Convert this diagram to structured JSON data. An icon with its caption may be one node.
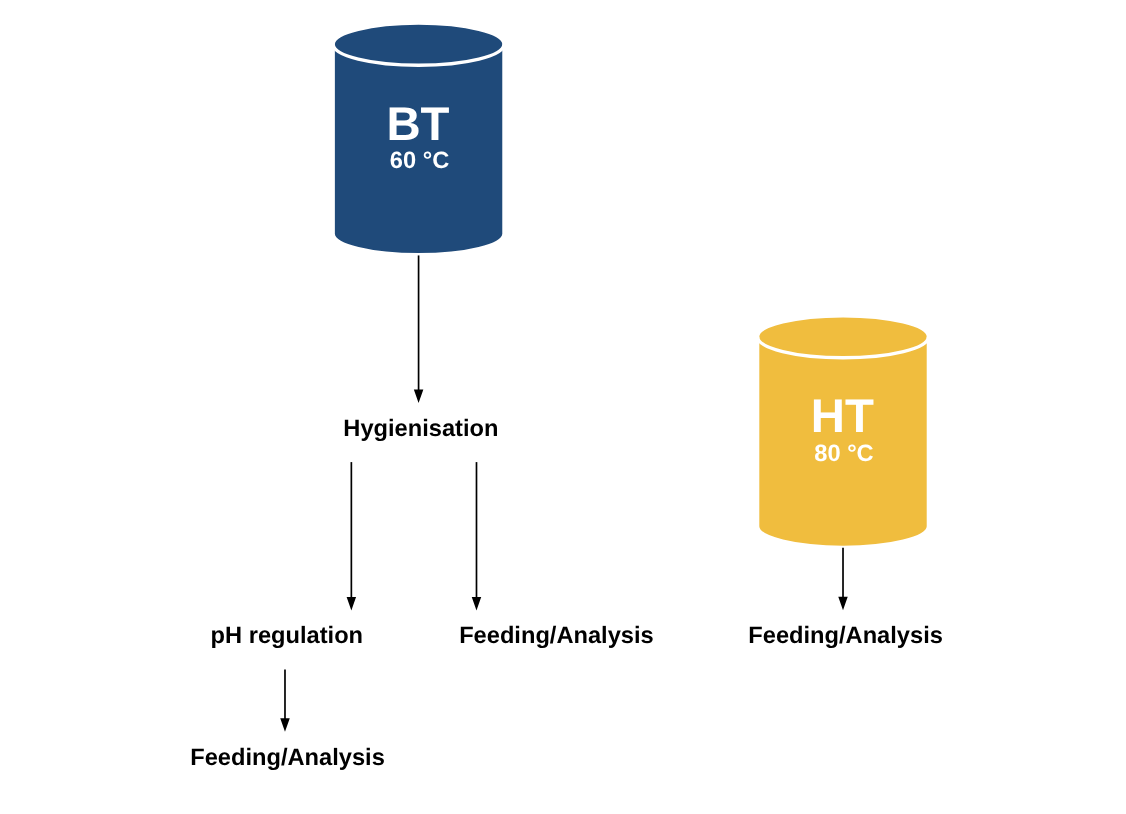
{
  "diagram": {
    "nodes": [
      {
        "text": [
          "BT",
          "60 °C"
        ]
      },
      {
        "text": [
          "HT",
          "80 °C"
        ]
      },
      {
        "text": [
          "Hygienisation"
        ]
      },
      {
        "text": [
          "pH regulation"
        ]
      },
      {
        "text": [
          "Feeding/Analysis"
        ]
      },
      {
        "text": [
          "Feeding/Analysis"
        ]
      },
      {
        "text": [
          "Feeding/Analysis"
        ]
      }
    ],
    "edges": [
      {
        "from": 0,
        "to": 2,
        "arrow": "to"
      },
      {
        "from": 2,
        "to": 3,
        "arrow": "to"
      },
      {
        "from": 2,
        "to": 4,
        "arrow": "to"
      },
      {
        "from": 1,
        "to": 5,
        "arrow": "to"
      },
      {
        "from": 3,
        "to": 6,
        "arrow": "to"
      }
    ]
  }
}
